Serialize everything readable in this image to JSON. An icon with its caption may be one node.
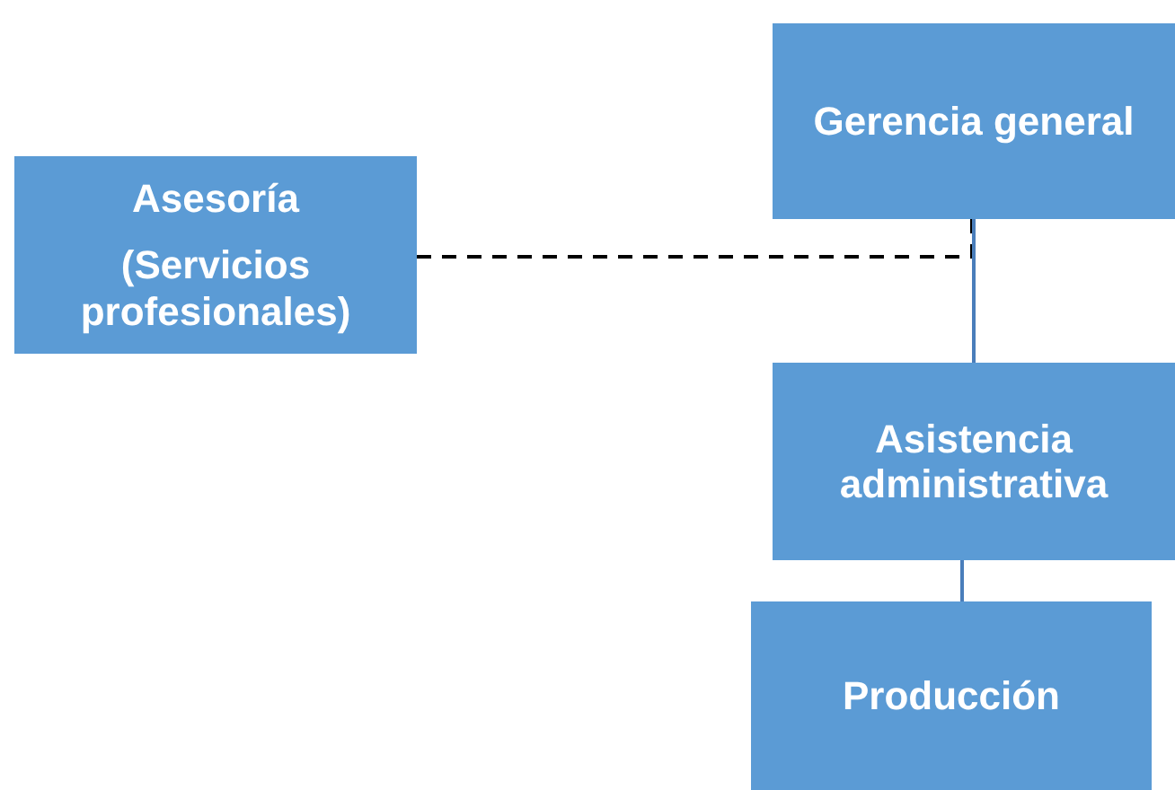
{
  "diagram": {
    "nodes": [
      {
        "text": [
          "Asesoría",
          "(Servicios profesionales)"
        ]
      },
      {
        "text": [
          "Gerencia general"
        ]
      },
      {
        "text": [
          "Asistencia administrativa"
        ]
      },
      {
        "text": [
          "Producción"
        ]
      }
    ],
    "edges": [
      {
        "from": 0,
        "to": 1,
        "arrow": "none",
        "style": "dashed",
        "color": "#000000"
      },
      {
        "from": 1,
        "to": 2,
        "arrow": "none"
      },
      {
        "from": 2,
        "to": 3,
        "arrow": "none"
      }
    ]
  }
}
